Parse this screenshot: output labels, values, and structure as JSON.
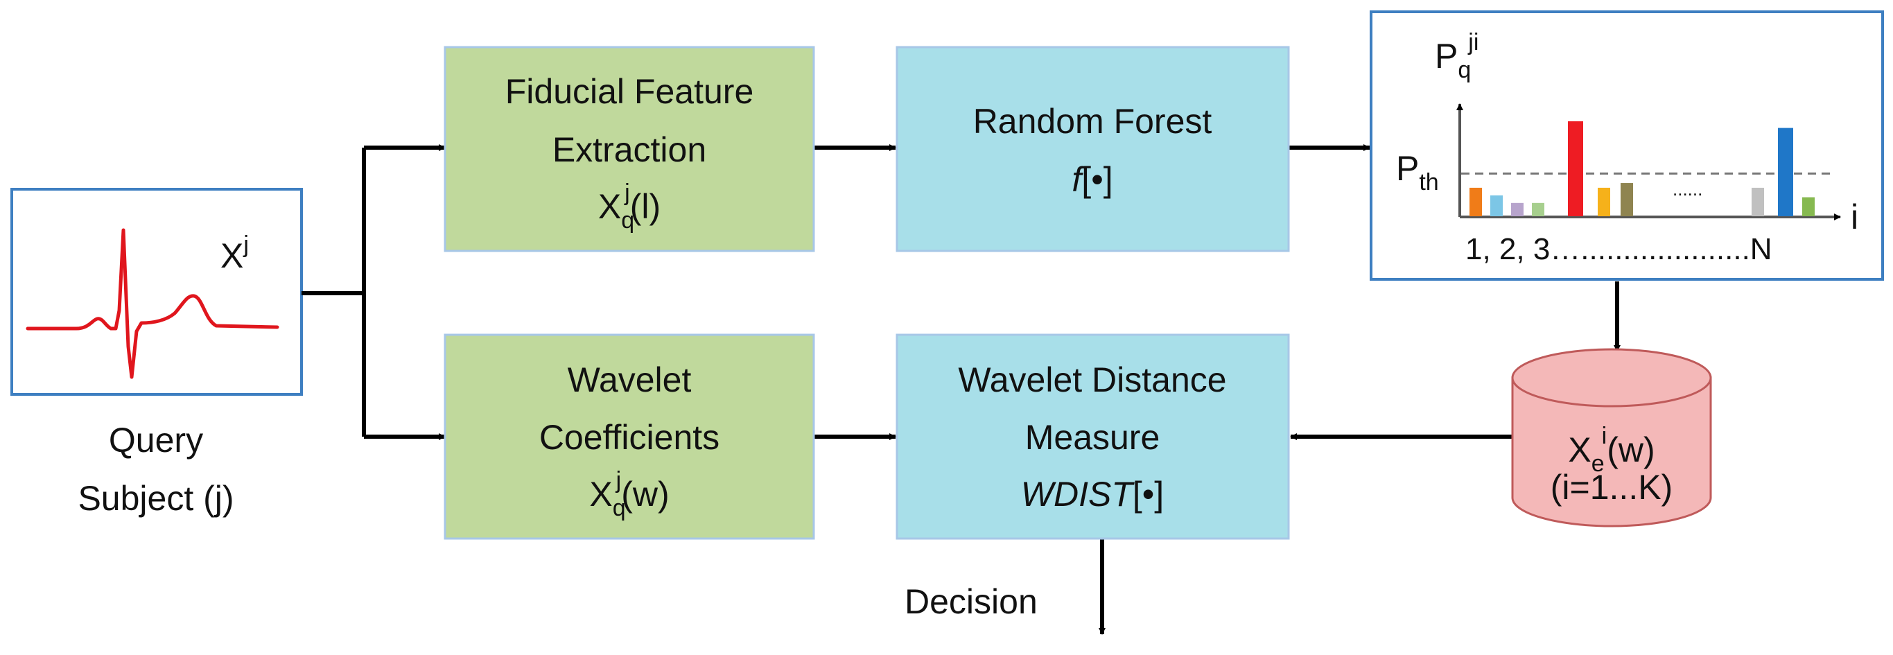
{
  "query": {
    "symbol_base": "X",
    "symbol_sup": "j",
    "caption_line1": "Query",
    "caption_line2": "Subject (j)"
  },
  "fiducial": {
    "line1": "Fiducial Feature",
    "line2": "Extraction",
    "sym_base": "X",
    "sym_sub": "q",
    "sym_sup": "j",
    "sym_arg": "(l)"
  },
  "wavelet_coeff": {
    "line1": "Wavelet",
    "line2": "Coefficients",
    "sym_base": "X",
    "sym_sub": "q",
    "sym_sup": "j",
    "sym_arg": "(w)"
  },
  "random_forest": {
    "line1": "Random Forest",
    "func": "f",
    "func_arg": "[•]"
  },
  "wdist": {
    "line1": "Wavelet Distance",
    "line2": "Measure",
    "func": "WDIST",
    "func_arg": "[•]"
  },
  "histogram": {
    "y_label_base": "P",
    "y_label_sub": "q",
    "y_label_sup": "ji",
    "threshold_base": "P",
    "threshold_sub": "th",
    "x_label": "i",
    "ellipsis": "......",
    "tick_text": "1, 2, 3…....................N",
    "bars": [
      {
        "value": 0.3,
        "color": "#f07c18"
      },
      {
        "value": 0.22,
        "color": "#7cc6e6"
      },
      {
        "value": 0.14,
        "color": "#b7a4cc"
      },
      {
        "value": 0.14,
        "color": "#a7cf8e"
      },
      {
        "value": 1.0,
        "color": "#ee1c23"
      },
      {
        "value": 0.3,
        "color": "#f6b11a"
      },
      {
        "value": 0.35,
        "color": "#8f8450"
      },
      {
        "value": 0.3,
        "color": "#c0c0c0"
      },
      {
        "value": 0.93,
        "color": "#1f77c8"
      },
      {
        "value": 0.2,
        "color": "#86b950"
      }
    ],
    "threshold": 0.45
  },
  "database": {
    "sym_base": "X",
    "sym_sub": "e",
    "sym_sup": "i",
    "sym_arg": "(w)",
    "range": "(i=1...K)"
  },
  "decision_label": "Decision",
  "colors": {
    "green_box": "#c0d99c",
    "blue_box": "#a8dfe9",
    "box_border": "#a7c7e7",
    "frame_border": "#3e7fc1",
    "db_fill": "#f4b8b8",
    "db_stroke": "#bf5a5a",
    "signal": "#e0161d"
  }
}
